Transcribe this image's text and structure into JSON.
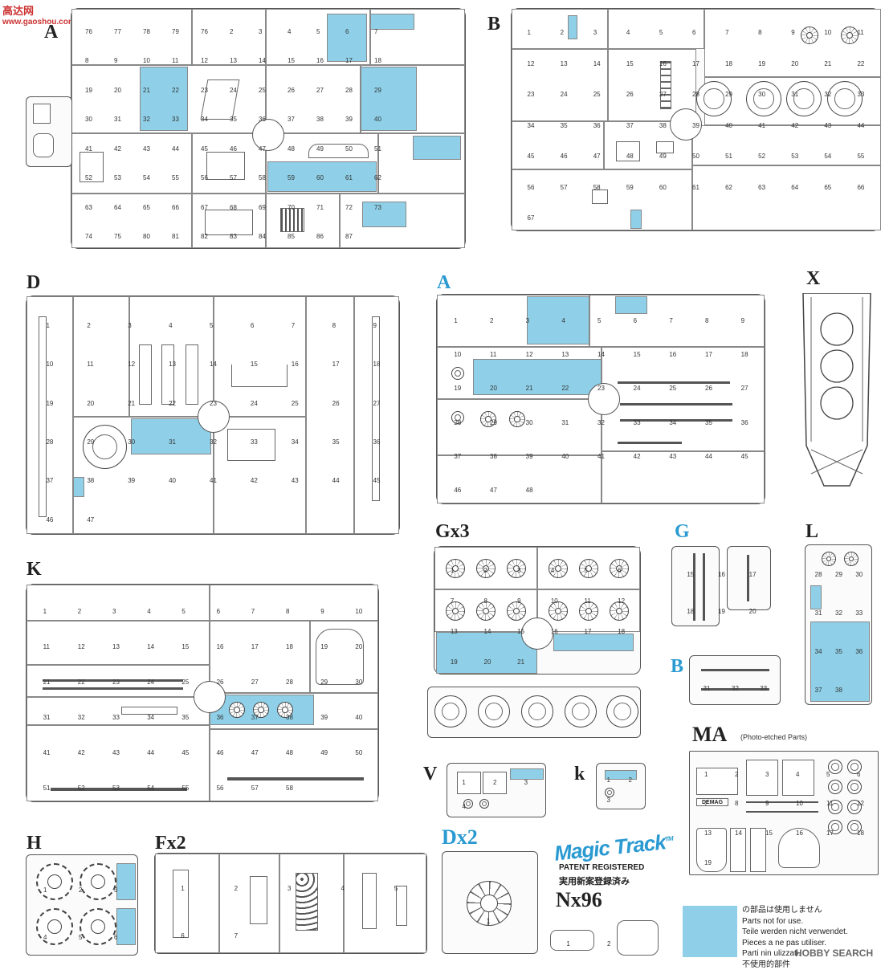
{
  "watermark": {
    "logo_text": "高达网",
    "url": "www.gaoshou.com"
  },
  "sprues": [
    {
      "id": "A_top",
      "label": "A",
      "blue": false
    },
    {
      "id": "B_top",
      "label": "B",
      "blue": false
    },
    {
      "id": "D",
      "label": "D",
      "blue": false
    },
    {
      "id": "A_mid",
      "label": "A",
      "blue": true
    },
    {
      "id": "X",
      "label": "X",
      "blue": false
    },
    {
      "id": "K",
      "label": "K",
      "blue": false
    },
    {
      "id": "Gx3",
      "label": "Gx3",
      "blue": false
    },
    {
      "id": "G",
      "label": "G",
      "blue": true
    },
    {
      "id": "L",
      "label": "L",
      "blue": false
    },
    {
      "id": "B_small",
      "label": "B",
      "blue": true
    },
    {
      "id": "MA",
      "label": "MA",
      "blue": false,
      "sublabel": "(Photo-etched Parts)"
    },
    {
      "id": "V",
      "label": "V",
      "blue": false
    },
    {
      "id": "k",
      "label": "k",
      "blue": false
    },
    {
      "id": "H",
      "label": "H",
      "blue": false
    },
    {
      "id": "Fx2",
      "label": "Fx2",
      "blue": false
    },
    {
      "id": "Dx2",
      "label": "Dx2",
      "blue": true
    },
    {
      "id": "Nx96",
      "label": "Nx96",
      "blue": false
    }
  ],
  "magic_track": {
    "logo": "Magic Track",
    "tm": "TM",
    "patent": "PATENT REGISTERED",
    "patent_jp": "実用新案登録済み"
  },
  "ma_badge": "DEMAG",
  "legend": {
    "lines": "の部品は使用しません\nParts not for use.\nTeile werden nicht verwendet.\nPieces a ne pas utiliser.\nParti nin ulizzati.\n不使用的部件"
  },
  "footer": "HOBBY SEARCH",
  "colors": {
    "highlight": "#8fd0e8",
    "label_blue": "#2a9ad1"
  },
  "part_numbers": {
    "A_top": [
      "76",
      "77",
      "78",
      "79",
      "76",
      "2",
      "3",
      "4",
      "5",
      "6",
      "7",
      "8",
      "9",
      "10",
      "11",
      "12",
      "13",
      "14",
      "15",
      "16",
      "17",
      "18",
      "19",
      "20",
      "21",
      "22",
      "23",
      "24",
      "25",
      "26",
      "27",
      "28",
      "29",
      "30",
      "31",
      "32",
      "33",
      "34",
      "35",
      "36",
      "37",
      "38",
      "39",
      "40",
      "41",
      "42",
      "43",
      "44",
      "45",
      "46",
      "47",
      "48",
      "49",
      "50",
      "51",
      "52",
      "53",
      "54",
      "55",
      "56",
      "57",
      "58",
      "59",
      "60",
      "61",
      "62",
      "63",
      "64",
      "65",
      "66",
      "67",
      "68",
      "69",
      "70",
      "71",
      "72",
      "73",
      "74",
      "75",
      "80",
      "81",
      "82",
      "83",
      "84",
      "85",
      "86",
      "87"
    ],
    "B_top": [
      "1",
      "2",
      "3",
      "4",
      "5",
      "6",
      "7",
      "8",
      "9",
      "10",
      "11",
      "12",
      "13",
      "14",
      "15",
      "16",
      "17",
      "18",
      "19",
      "20",
      "21",
      "22",
      "23",
      "24",
      "25",
      "26",
      "27",
      "28",
      "29",
      "30",
      "31",
      "32",
      "33",
      "34",
      "35",
      "36",
      "37",
      "38",
      "39",
      "40",
      "41",
      "42",
      "43",
      "44",
      "45",
      "46",
      "47",
      "48",
      "49",
      "50",
      "51",
      "52",
      "53",
      "54",
      "55",
      "56",
      "57",
      "58",
      "59",
      "60",
      "61",
      "62",
      "63",
      "64",
      "65",
      "66",
      "67"
    ],
    "D": [
      "1",
      "2",
      "3",
      "4",
      "5",
      "6",
      "7",
      "8",
      "9",
      "10",
      "11",
      "12",
      "13",
      "14",
      "15",
      "16",
      "17",
      "18",
      "19",
      "20",
      "21",
      "22",
      "23",
      "24",
      "25",
      "26",
      "27",
      "28",
      "29",
      "30",
      "31",
      "32",
      "33",
      "34",
      "35",
      "36",
      "37",
      "38",
      "39",
      "40",
      "41",
      "42",
      "43",
      "44",
      "45",
      "46",
      "47"
    ],
    "A_mid": [
      "1",
      "2",
      "3",
      "4",
      "5",
      "6",
      "7",
      "8",
      "9",
      "10",
      "11",
      "12",
      "13",
      "14",
      "15",
      "16",
      "17",
      "18",
      "19",
      "20",
      "21",
      "22",
      "23",
      "24",
      "25",
      "26",
      "27",
      "28",
      "29",
      "30",
      "31",
      "32",
      "33",
      "34",
      "35",
      "36",
      "37",
      "38",
      "39",
      "40",
      "41",
      "42",
      "43",
      "44",
      "45",
      "46",
      "47",
      "48"
    ],
    "K": [
      "1",
      "2",
      "3",
      "4",
      "5",
      "6",
      "7",
      "8",
      "9",
      "10",
      "11",
      "12",
      "13",
      "14",
      "15",
      "16",
      "17",
      "18",
      "19",
      "20",
      "21",
      "22",
      "23",
      "24",
      "25",
      "26",
      "27",
      "28",
      "29",
      "30",
      "31",
      "32",
      "33",
      "34",
      "35",
      "36",
      "37",
      "38",
      "39",
      "40",
      "41",
      "42",
      "43",
      "44",
      "45",
      "46",
      "47",
      "48",
      "49",
      "50",
      "51",
      "52",
      "53",
      "54",
      "55",
      "56",
      "57",
      "58"
    ],
    "Gx3": [
      "1",
      "2",
      "3",
      "4",
      "5",
      "6",
      "7",
      "8",
      "9",
      "10",
      "11",
      "12",
      "13",
      "14",
      "15",
      "16",
      "17",
      "18",
      "19",
      "20",
      "21"
    ],
    "G": [
      "15",
      "16",
      "17",
      "18",
      "19",
      "20"
    ],
    "L": [
      "28",
      "29",
      "30",
      "31",
      "32",
      "33",
      "34",
      "35",
      "36",
      "37",
      "38"
    ],
    "B_small": [
      "31",
      "32",
      "33"
    ],
    "MA": [
      "1",
      "2",
      "3",
      "4",
      "5",
      "6",
      "7",
      "8",
      "9",
      "10",
      "11",
      "12",
      "13",
      "14",
      "15",
      "16",
      "17",
      "18",
      "19"
    ],
    "V": [
      "1",
      "2",
      "3",
      "4"
    ],
    "k": [
      "1",
      "2",
      "3"
    ],
    "H": [
      "1",
      "2",
      "3",
      "4",
      "5",
      "6"
    ],
    "Fx2": [
      "1",
      "2",
      "3",
      "4",
      "5",
      "6",
      "7"
    ],
    "Dx2": [
      "1"
    ],
    "Nx96": [
      "1",
      "2"
    ]
  }
}
